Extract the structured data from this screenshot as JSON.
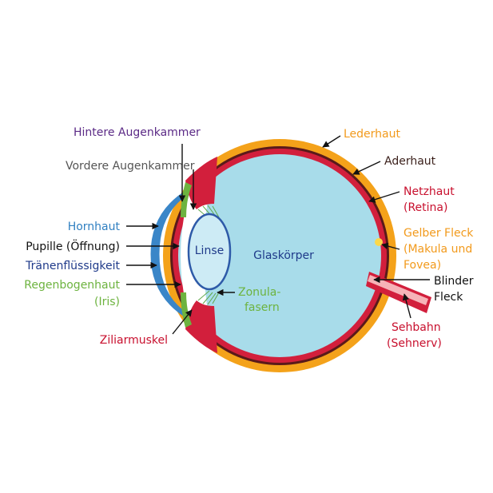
{
  "colors": {
    "sclera": "#F4A21A",
    "choroid": "#5A1A1A",
    "retina": "#D21F3C",
    "vitreous": "#A8DCEA",
    "cornea": "#3A86C8",
    "iris": "#6DB33F",
    "lens_fill": "#CDEBF5",
    "lens_stroke": "#2E5AA8",
    "label_purple": "#5B2A86",
    "label_gray": "#555555",
    "label_black": "#111111",
    "label_blue": "#2F7FC1",
    "label_navy": "#1F3A8A",
    "label_green": "#6DB33F",
    "label_red": "#C8102E",
    "label_orange": "#F29A1C",
    "label_darkbrown": "#3A1F1A"
  },
  "labels": {
    "hintere_augenkammer": "Hintere Augenkammer",
    "vordere_augenkammer": "Vordere Augenkammer",
    "hornhaut": "Hornhaut",
    "pupille": "Pupille (Öffnung)",
    "traenenfluessigkeit": "Tränenflüssigkeit",
    "regenbogenhaut_1": "Regenbogenhaut",
    "regenbogenhaut_2": "(Iris)",
    "ziliarmuskel": "Ziliarmuskel",
    "linse": "Linse",
    "glaskoerper": "Glaskörper",
    "zonula_1": "Zonula-",
    "zonula_2": "fasern",
    "lederhaut": "Lederhaut",
    "aderhaut": "Aderhaut",
    "netzhaut_1": "Netzhaut",
    "netzhaut_2": "(Retina)",
    "gelber_1": "Gelber Fleck",
    "gelber_2": "(Makula und",
    "gelber_3": "Fovea)",
    "blinder_1": "Blinder",
    "blinder_2": "Fleck",
    "sehbahn_1": "Sehbahn",
    "sehbahn_2": "(Sehnerv)"
  }
}
